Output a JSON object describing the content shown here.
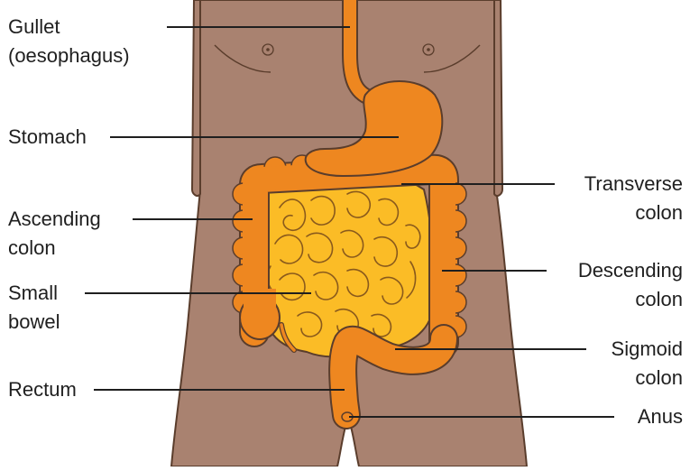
{
  "labels": {
    "gullet": {
      "line1": "Gullet",
      "line2": "(oesophagus)"
    },
    "stomach": {
      "line1": "Stomach"
    },
    "ascending_colon": {
      "line1": "Ascending",
      "line2": "colon"
    },
    "small_bowel": {
      "line1": "Small",
      "line2": "bowel"
    },
    "rectum": {
      "line1": "Rectum"
    },
    "transverse_colon": {
      "line1": "Transverse",
      "line2": "colon"
    },
    "descending_colon": {
      "line1": "Descending",
      "line2": "colon"
    },
    "sigmoid_colon": {
      "line1": "Sigmoid",
      "line2": "colon"
    },
    "anus": {
      "line1": "Anus"
    }
  },
  "colors": {
    "skin": "#a98270",
    "colon": "#ee8720",
    "small_bowel": "#fbbc26",
    "outline": "#5a3d2c",
    "leader_line": "#1f1f1f"
  }
}
